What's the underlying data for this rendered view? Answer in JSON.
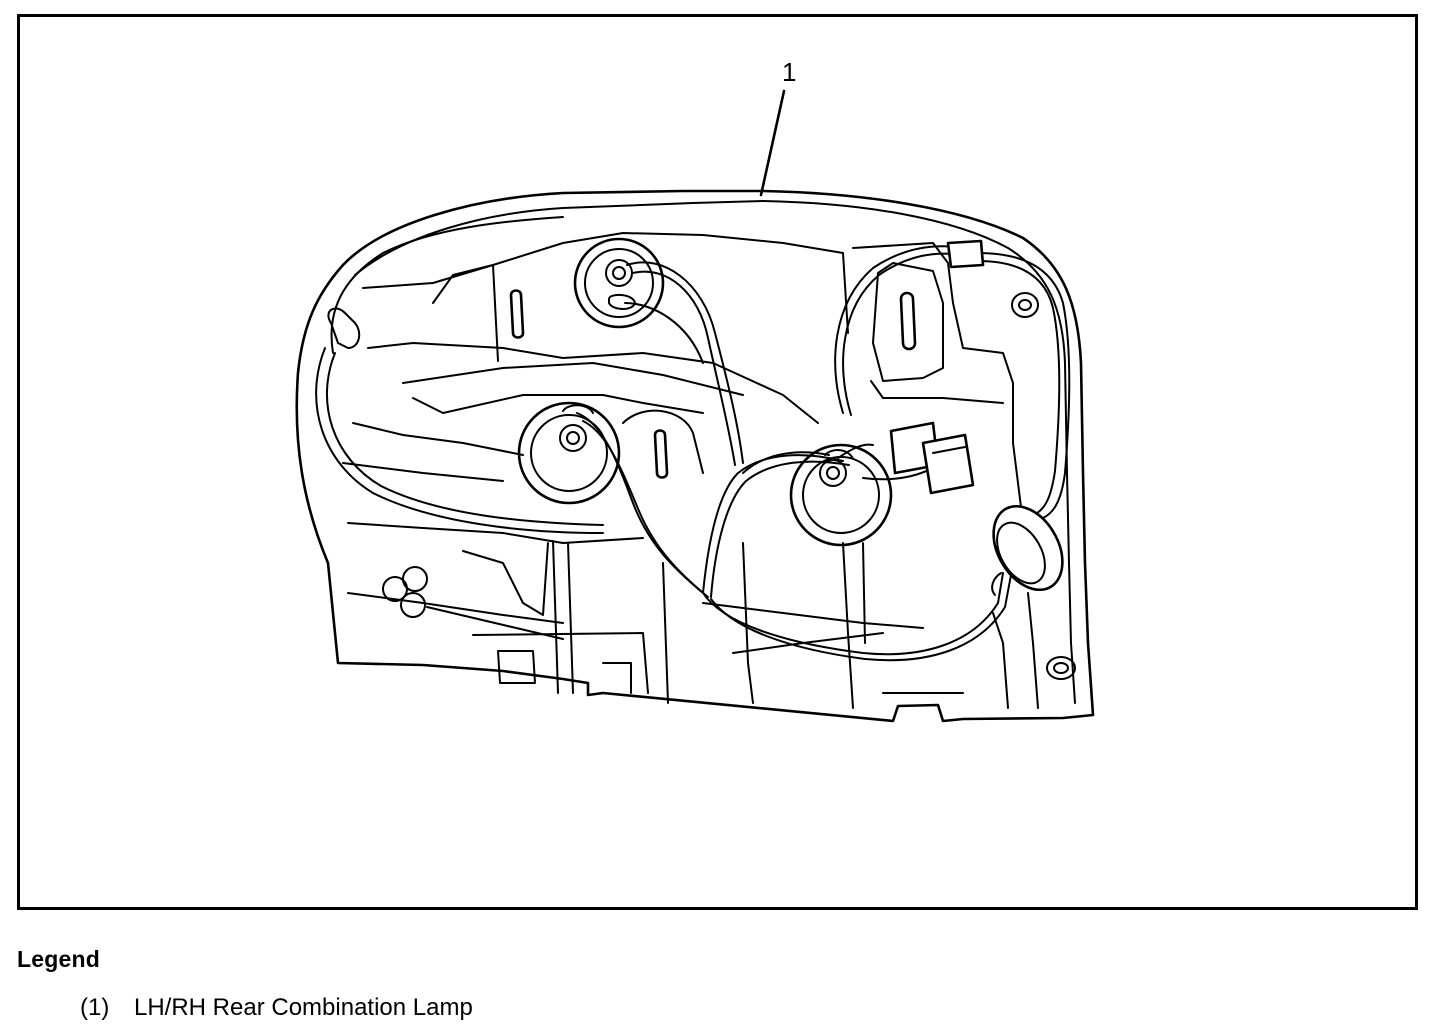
{
  "figure": {
    "callout": "1"
  },
  "legend": {
    "heading": "Legend",
    "items": [
      {
        "number": "(1)",
        "label": "LH/RH Rear Combination Lamp"
      }
    ]
  }
}
